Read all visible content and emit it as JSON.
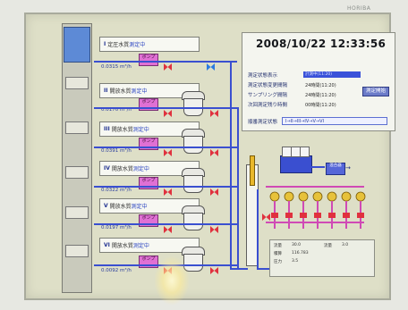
{
  "brand": "HORIBA",
  "datetime": "2008/10/22 12:33:56",
  "stages": [
    {
      "num": "I",
      "name": "定圧水質",
      "status": "測定中",
      "flow": "0.0315",
      "flow_unit": "m³/h",
      "pump": "ポンプ"
    },
    {
      "num": "II",
      "name": "開放水質",
      "status": "測定中",
      "flow": "0.0170",
      "flow_unit": "m³/h",
      "pump": "ポンプ"
    },
    {
      "num": "III",
      "name": "開放水質",
      "status": "測定中",
      "flow": "0.0391",
      "flow_unit": "m³/h",
      "pump": "ポンプ"
    },
    {
      "num": "IV",
      "name": "開放水質",
      "status": "測定中",
      "flow": "0.0322",
      "flow_unit": "m³/h",
      "pump": "ポンプ"
    },
    {
      "num": "V",
      "name": "開放水質",
      "status": "測定中",
      "flow": "0.0197",
      "flow_unit": "m³/h",
      "pump": "ポンプ"
    },
    {
      "num": "VI",
      "name": "開放水質",
      "status": "測定中",
      "flow": "0.0092",
      "flow_unit": "m³/h",
      "pump": "ポンプ"
    }
  ],
  "panel": {
    "rows": [
      {
        "label": "測定状態表示",
        "value": ""
      },
      {
        "label": "測定状態変更間隔",
        "value": "24時間(11:20)"
      },
      {
        "label": "サンプリング間隔",
        "value": "24時間(11:20)"
      },
      {
        "label": "次回測定残り時間",
        "value": "00時間(11:20)"
      }
    ],
    "status_value": "計測中(11:20)",
    "button_label": "測定開始",
    "order_label": "順番測定状態",
    "order_value": "I→II→III→IV→V→VI"
  },
  "mixer_label": "混合器",
  "meters": [
    {
      "label": "流量",
      "value": "30.0"
    },
    {
      "label": "流量",
      "value": "3.0"
    },
    {
      "label": "積算",
      "value": "116.783"
    },
    {
      "label": "圧力",
      "value": "3.5"
    }
  ],
  "colors": {
    "screen": "#dedfc7",
    "pipe": "#3a4fd0",
    "pump": "#e070d4",
    "valve": "#e0313e",
    "panel_accent": "#3a52d9"
  }
}
